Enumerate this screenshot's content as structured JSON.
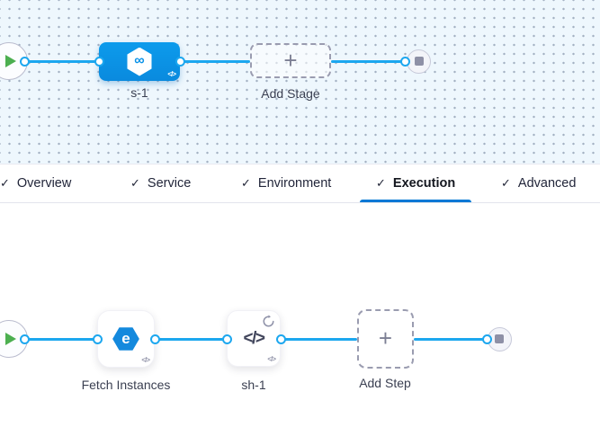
{
  "icons": {
    "check": "✓",
    "plus": "+",
    "infinity": "∞",
    "code": "</>",
    "fetch_letter": "e",
    "play": "play-triangle",
    "stop": "stop-square",
    "loop": "looping-strategy"
  },
  "colors": {
    "canvas_blue_bg": "#eef7fd",
    "edge_blue": "#1ca7ef",
    "stage_blue": "#0b93e8",
    "active_tab_underline": "#0278d5",
    "play_green": "#4caf50",
    "stop_gray": "#8e90a6"
  },
  "stage_graph": {
    "stage_label": "s-1",
    "add_stage_label": "Add Stage"
  },
  "tabs": [
    {
      "label": "Overview",
      "active": false
    },
    {
      "label": "Service",
      "active": false
    },
    {
      "label": "Environment",
      "active": false
    },
    {
      "label": "Execution",
      "active": true
    },
    {
      "label": "Advanced",
      "active": false
    }
  ],
  "execution_graph": {
    "steps": [
      {
        "label": "Fetch Instances"
      },
      {
        "label": "sh-1",
        "looping": true
      }
    ],
    "add_step_label": "Add Step"
  }
}
